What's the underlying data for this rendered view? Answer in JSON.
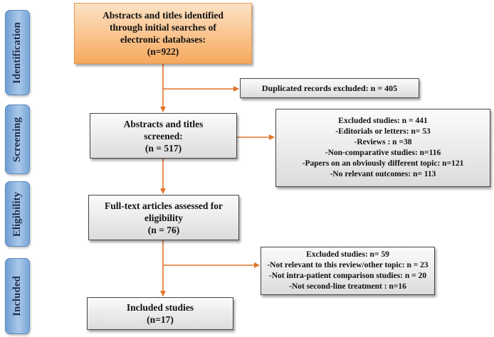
{
  "stages": {
    "identification": "Identification",
    "screening": "Screening",
    "eligibility": "Eligibility",
    "included": "Included"
  },
  "boxes": {
    "identification": {
      "lines": [
        "Abstracts and titles identified",
        "through initial searches of",
        "electronic databases:",
        "(n=922)"
      ]
    },
    "duplicates": {
      "lines": [
        "Duplicated records excluded: n = 405"
      ]
    },
    "screening": {
      "lines": [
        "Abstracts and titles",
        "screened:",
        "(n = 517)"
      ]
    },
    "screening_excluded": {
      "lines": [
        "Excluded studies: n = 441",
        "-Editorials or letters: n= 53",
        "-Reviews : n =38",
        "-Non-comparative studies: n=116",
        "-Papers on an obviously different topic: n=121",
        "-No relevant outcomes: n= 113"
      ]
    },
    "fulltext": {
      "lines": [
        "Full-text articles assessed for",
        "eligibility",
        "(n = 76)"
      ]
    },
    "fulltext_excluded": {
      "lines": [
        "Excluded studies: n= 59",
        "-Not relevant to this review/other topic: n = 23",
        "-Not intra-patient comparison studies: n = 20",
        "-Not second-line treatment : n=16"
      ]
    },
    "included": {
      "lines": [
        "Included studies",
        "(n=17)"
      ]
    }
  },
  "colors": {
    "arrow": "#e0742a",
    "orange_box": "#f6a95e",
    "stage_tab": "#8fb6e2"
  }
}
